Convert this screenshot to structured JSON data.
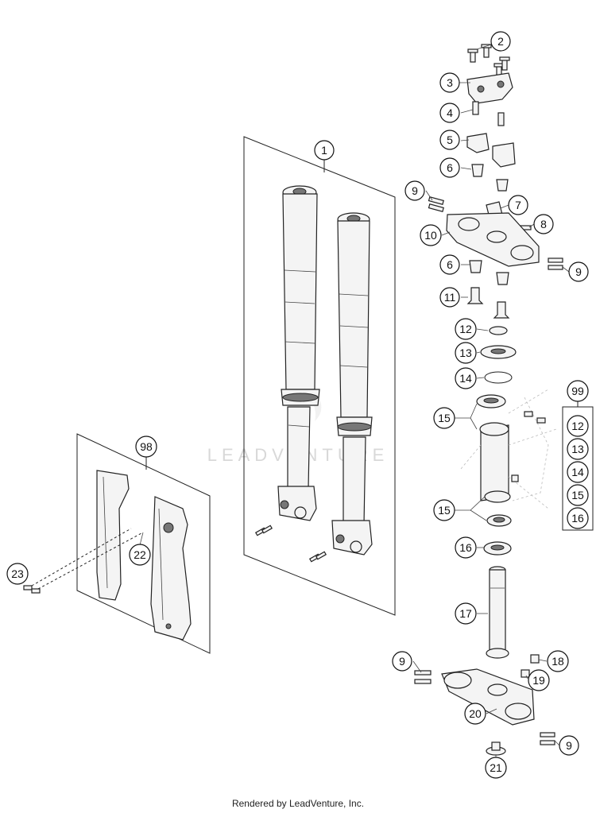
{
  "callouts": {
    "c1": "1",
    "c2": "2",
    "c3": "3",
    "c4": "4",
    "c5": "5",
    "c6a": "6",
    "c6b": "6",
    "c7": "7",
    "c8": "8",
    "c9a": "9",
    "c9b": "9",
    "c9c": "9",
    "c9d": "9",
    "c10": "10",
    "c11": "11",
    "c12": "12",
    "c13": "13",
    "c14": "14",
    "c15a": "15",
    "c15b": "15",
    "c16": "16",
    "c17": "17",
    "c18": "18",
    "c19": "19",
    "c20": "20",
    "c21": "21",
    "c22": "22",
    "c23": "23",
    "c98": "98",
    "c99": "99"
  },
  "kit99": {
    "items": [
      "12",
      "13",
      "14",
      "15",
      "16"
    ]
  },
  "watermark": "LEADVENTURE",
  "footer": "Rendered by LeadVenture, Inc."
}
